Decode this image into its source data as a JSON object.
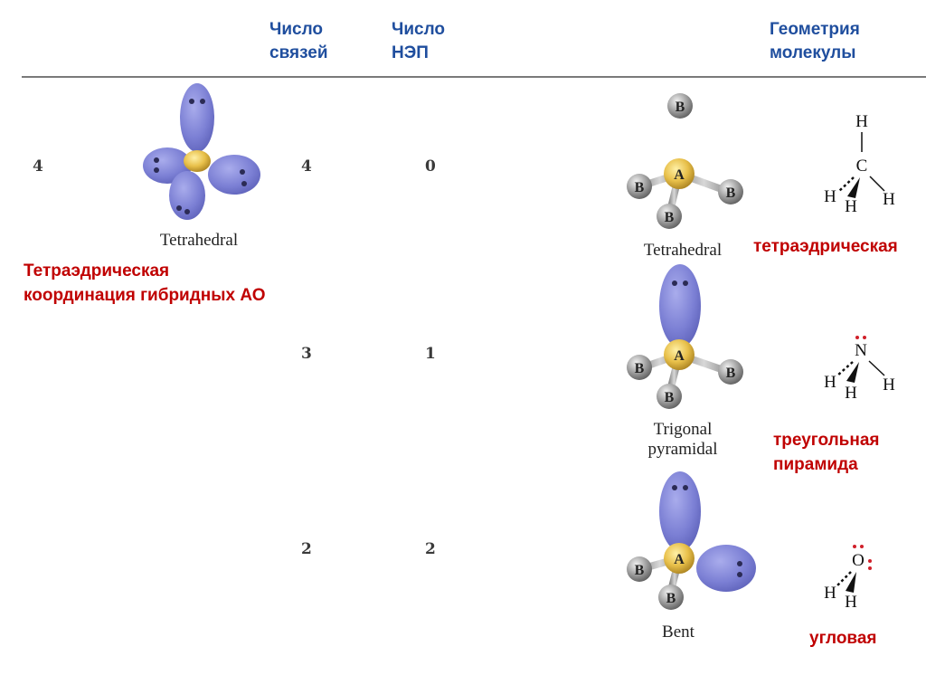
{
  "header": {
    "bonds_line1": "Число",
    "bonds_line2": "связей",
    "lone_pairs_line1": "Число",
    "lone_pairs_line2": "НЭП",
    "geometry_line1": "Геометрия",
    "geometry_line2": "молекулы"
  },
  "hybrid": {
    "count": "4",
    "caption": "Tetrahedral",
    "note_line1": "Тетраэдрическая",
    "note_line2": "координация гибридных АО"
  },
  "rows": [
    {
      "bonds": "4",
      "lone_pairs": "0",
      "caption_line1": "Tetrahedral",
      "caption_line2": "",
      "geometry_line1": "тетраэдрическая",
      "geometry_line2": "",
      "formula_center": "C"
    },
    {
      "bonds": "3",
      "lone_pairs": "1",
      "caption_line1": "Trigonal",
      "caption_line2": "pyramidal",
      "geometry_line1": "треугольная",
      "geometry_line2": "пирамида",
      "formula_center": "N"
    },
    {
      "bonds": "2",
      "lone_pairs": "2",
      "caption_line1": "Bent",
      "caption_line2": "",
      "geometry_line1": "угловая",
      "geometry_line2": "",
      "formula_center": "O"
    }
  ],
  "atoms": {
    "central": "A",
    "ligand": "B",
    "hydrogen": "H"
  },
  "colors": {
    "header": "#1f4e9e",
    "geometry_text": "#c00000",
    "lobe": "#7b7fd4",
    "central_atom": "#e8c04a",
    "ligand_atom": "#9a9a9a",
    "lone_pair_dot": "#d0202a"
  }
}
